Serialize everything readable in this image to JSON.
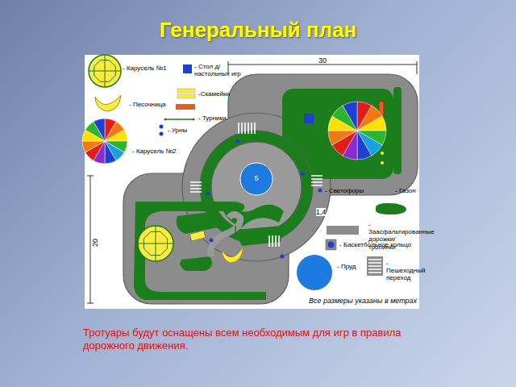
{
  "diagram": {
    "title": "Генеральный план",
    "caption": "Тротуары будут оснащены всем необходимым  для игр в правила дорожного движения.",
    "labels": [
      "30",
      "20",
      "1,4",
      "5",
      "Все размеры указаны в метрах"
    ],
    "legend": [
      {
        "text": "- Карусель №1"
      },
      {
        "text": "- Песочница"
      },
      {
        "text": "- Карусель №2"
      },
      {
        "text": "- Стол д/ настольных игр"
      },
      {
        "text": "-Скамейки"
      },
      {
        "text": "- Турники"
      },
      {
        "text": "- Урны"
      },
      {
        "text": "- Светофоры"
      },
      {
        "text": "- Газон",
        "color": "#1b7d1b"
      },
      {
        "text": "- Заасфальтированные дорожки/тропинки",
        "color": "#8c8c8c"
      },
      {
        "text": "- Баскетбольное кольцо"
      },
      {
        "text": "- Пруд",
        "color": "#1f7ae0"
      },
      {
        "text": "- Пешеходный переход"
      }
    ]
  }
}
